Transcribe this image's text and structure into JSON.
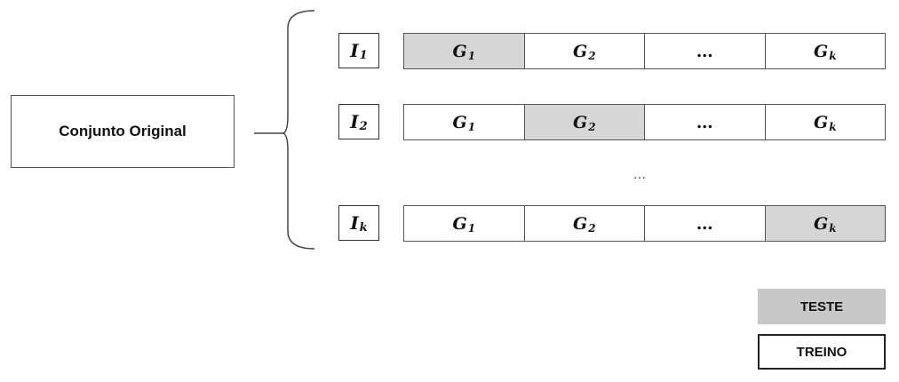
{
  "original_set": {
    "label": "Conjunto Original"
  },
  "iterations": [
    {
      "label": "I",
      "sub": "1",
      "test_index": 0,
      "cells": [
        {
          "text": "G",
          "sub": "1"
        },
        {
          "text": "G",
          "sub": "2"
        },
        {
          "text": "…",
          "sub": ""
        },
        {
          "text": "G",
          "sub": "k"
        }
      ]
    },
    {
      "label": "I",
      "sub": "2",
      "test_index": 1,
      "cells": [
        {
          "text": "G",
          "sub": "1"
        },
        {
          "text": "G",
          "sub": "2"
        },
        {
          "text": "…",
          "sub": ""
        },
        {
          "text": "G",
          "sub": "k"
        }
      ]
    },
    {
      "label": "I",
      "sub": "k",
      "test_index": 3,
      "cells": [
        {
          "text": "G",
          "sub": "1"
        },
        {
          "text": "G",
          "sub": "2"
        },
        {
          "text": "…",
          "sub": ""
        },
        {
          "text": "G",
          "sub": "k"
        }
      ]
    }
  ],
  "between_rows_ellipsis": "…",
  "legend": {
    "test": "TESTE",
    "train": "TREINO"
  },
  "colors": {
    "test_fill": "#d6d6d6",
    "train_fill": "#ffffff",
    "border": "#555555"
  }
}
